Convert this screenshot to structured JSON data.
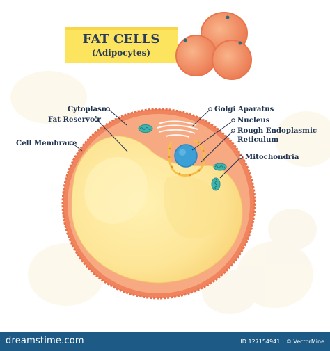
{
  "title": {
    "main": "FAT CELLS",
    "sub": "(Adipocytes)"
  },
  "labels": {
    "cytoplasm": "Cytoplasm",
    "fat_reservoir": "Fat Reservoir",
    "cell_membrane": "Cell Membrane",
    "golgi": "Golgi Aparatus",
    "nucleus": "Nucleus",
    "rer_line1": "Rough Endoplasmic",
    "rer_line2": "Reticulum",
    "mitochondria": "Mitochondria"
  },
  "footer": {
    "site": "dreamstime.com",
    "id": "ID 127154941",
    "author": "© VectorMine"
  },
  "colors": {
    "membrane": "#f0845e",
    "cytoplasm": "#f6a57e",
    "fat": "#fde79a",
    "nucleus": "#3c9fd6",
    "organelle": "#3fb4ad",
    "title_banner": "#fde25a",
    "footer": "#1e5a86"
  }
}
